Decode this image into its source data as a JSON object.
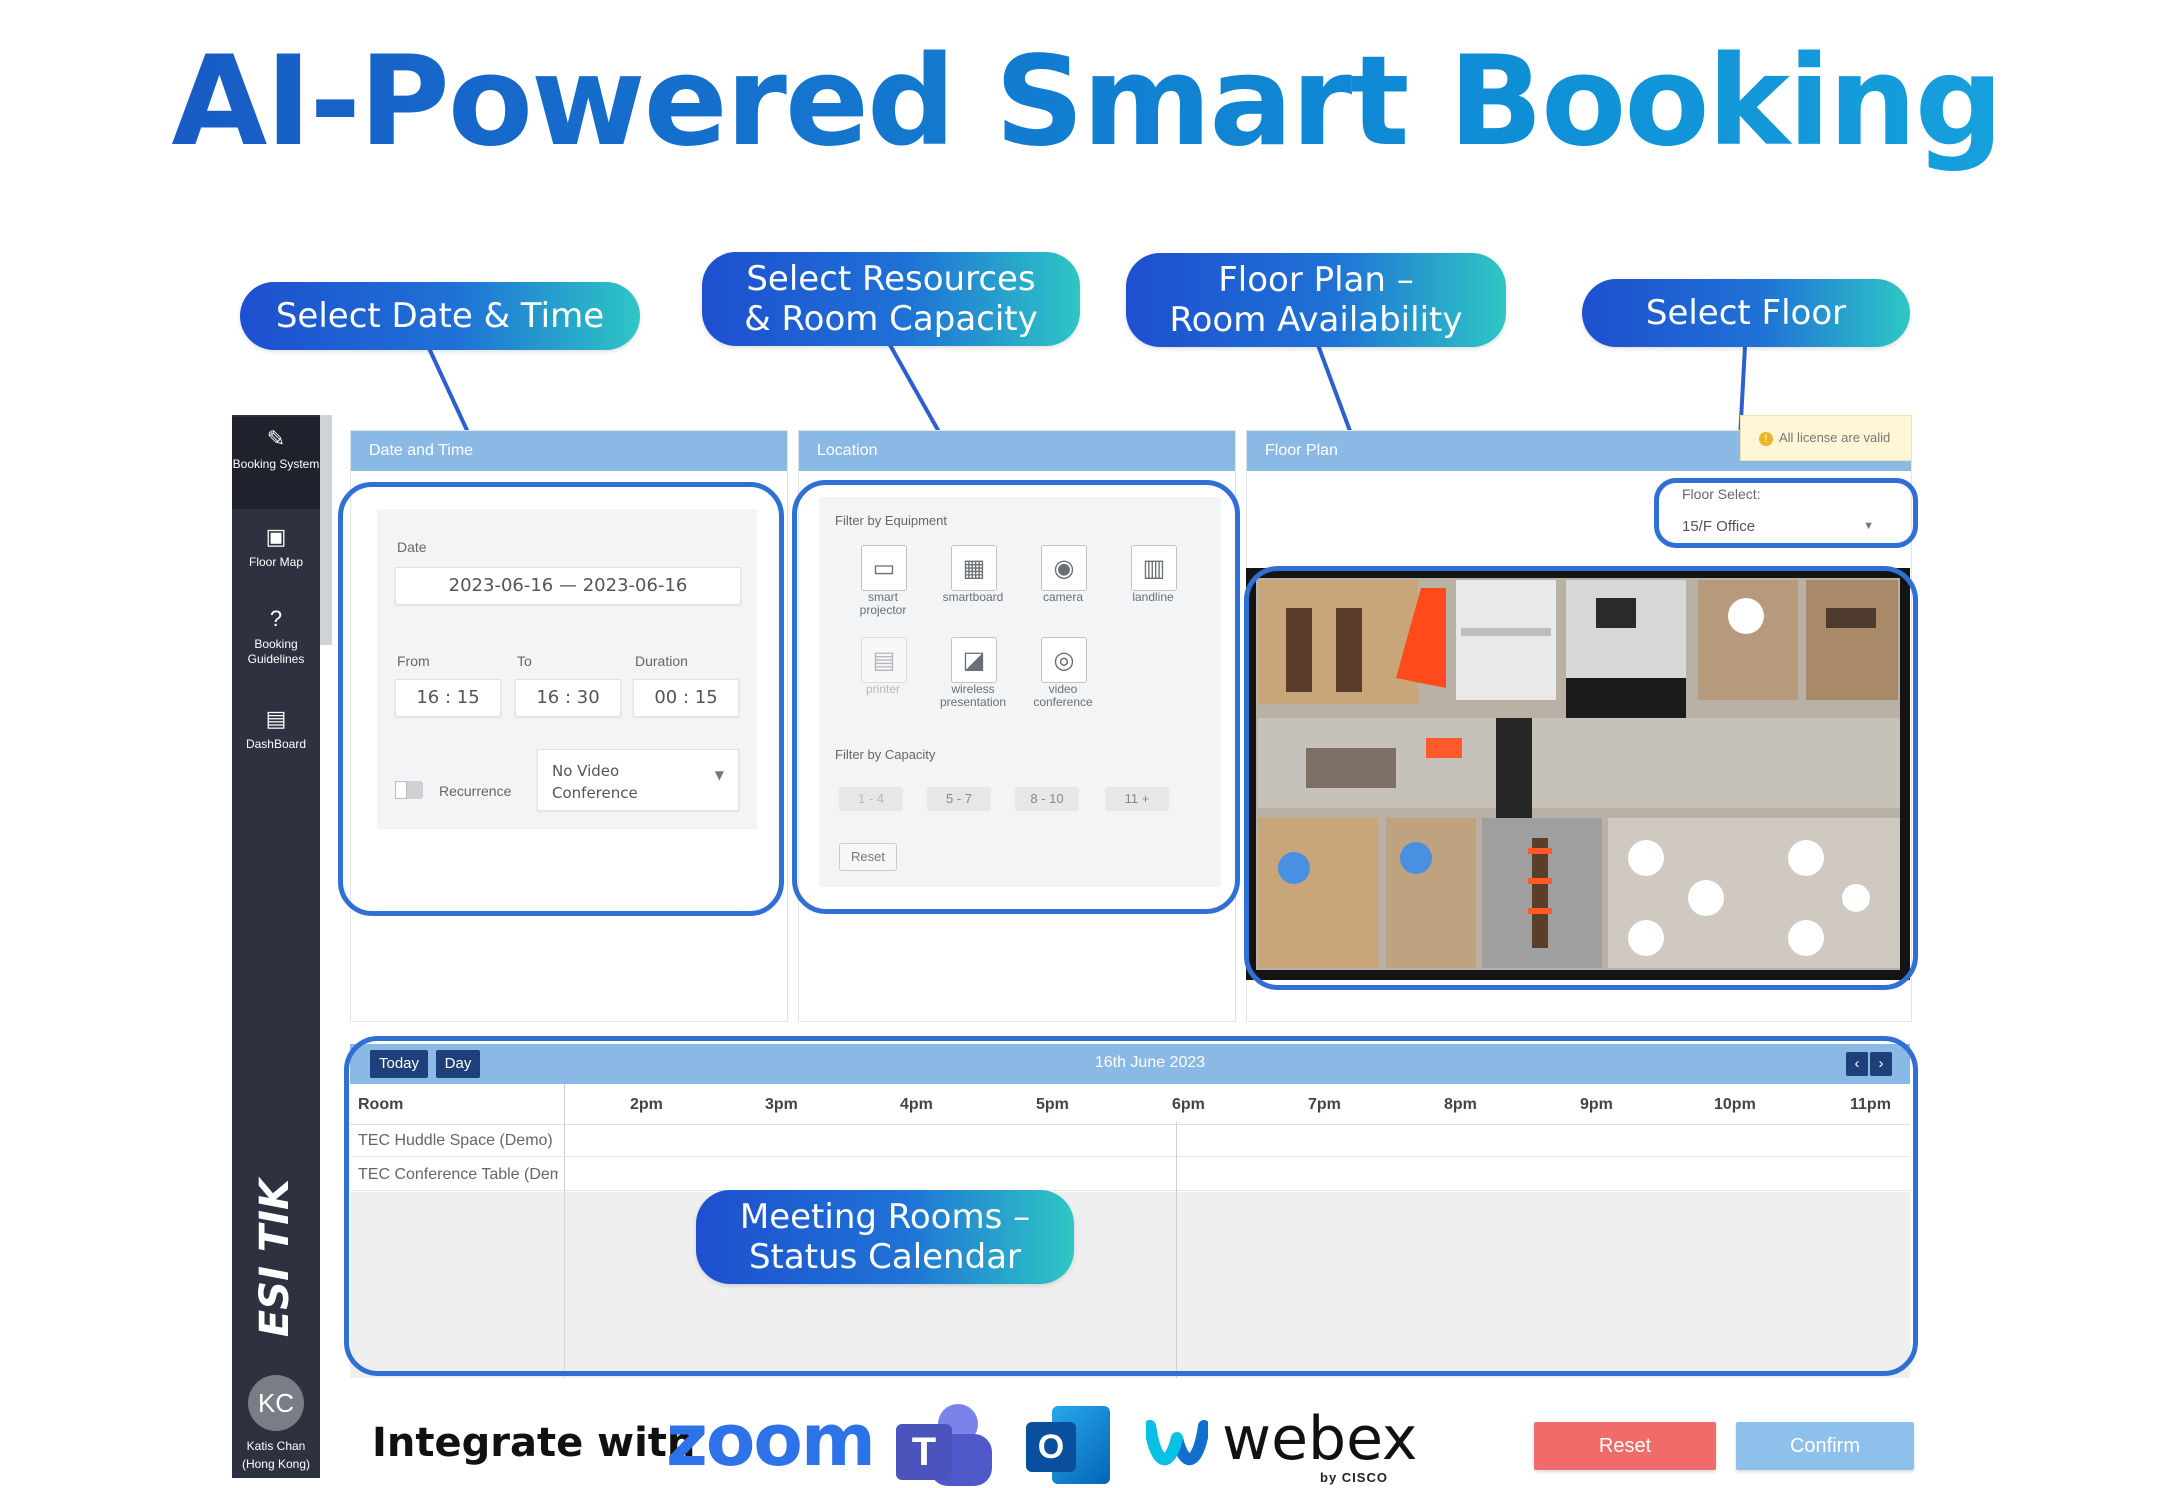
{
  "headline": "AI-Powered Smart Booking",
  "callouts": {
    "date_time": "Select Date & Time",
    "resources": "Select Resources\n& Room Capacity",
    "floor_plan": "Floor Plan –\nRoom Availability",
    "select_floor": "Select Floor",
    "meeting_rooms": "Meeting Rooms –\nStatus Calendar"
  },
  "sidebar": {
    "items": [
      {
        "label": "Booking System",
        "icon": "pencil-icon"
      },
      {
        "label": "Floor Map",
        "icon": "floor-map-icon"
      },
      {
        "label": "Booking Guidelines",
        "icon": "help-icon"
      },
      {
        "label": "DashBoard",
        "icon": "dashboard-icon"
      }
    ],
    "logo": "ESI TIK",
    "user_initials": "KC",
    "user_name": "Katis Chan (Hong Kong)"
  },
  "date_panel": {
    "title": "Date and Time",
    "date_label": "Date",
    "date_value": "2023-06-16 — 2023-06-16",
    "from_label": "From",
    "to_label": "To",
    "duration_label": "Duration",
    "from_value": "16 : 15",
    "to_value": "16 : 30",
    "duration_value": "00 : 15",
    "recurrence_label": "Recurrence",
    "video_select": "No Video Conference"
  },
  "location_panel": {
    "title": "Location",
    "equipment_label": "Filter by Equipment",
    "equipment": [
      {
        "label": "smart projector",
        "icon": "projector-icon"
      },
      {
        "label": "smartboard",
        "icon": "smartboard-icon"
      },
      {
        "label": "camera",
        "icon": "camera-icon"
      },
      {
        "label": "landline",
        "icon": "landline-icon"
      },
      {
        "label": "printer",
        "icon": "printer-icon"
      },
      {
        "label": "wireless presentation",
        "icon": "cast-icon"
      },
      {
        "label": "video conference",
        "icon": "video-conference-icon"
      }
    ],
    "capacity_label": "Filter by Capacity",
    "capacities": [
      "1 - 4",
      "5 - 7",
      "8 - 10",
      "11 +"
    ],
    "reset_label": "Reset"
  },
  "floor_panel": {
    "title": "Floor Plan",
    "license_notice": "All license are valid",
    "floor_select_label": "Floor Select:",
    "floor_select_value": "15/F Office"
  },
  "calendar": {
    "today_label": "Today",
    "day_label": "Day",
    "date_title": "16th June 2023",
    "room_header": "Room",
    "hours": [
      "2pm",
      "3pm",
      "4pm",
      "5pm",
      "6pm",
      "7pm",
      "8pm",
      "9pm",
      "10pm",
      "11pm"
    ],
    "rooms": [
      "TEC Huddle Space (Demo)",
      "TEC Conference Table (Demo)"
    ]
  },
  "integrations": {
    "label": "Integrate with",
    "zoom": "zoom",
    "webex": "webex",
    "webex_by": "by CISCO"
  },
  "actions": {
    "reset": "Reset",
    "confirm": "Confirm"
  },
  "colors": {
    "accent_blue": "#1a55c4",
    "teal": "#2ec7c4",
    "panel_header": "#8ab9e6",
    "reset_red": "#f26b6b",
    "confirm_blue": "#8ec0ec"
  }
}
